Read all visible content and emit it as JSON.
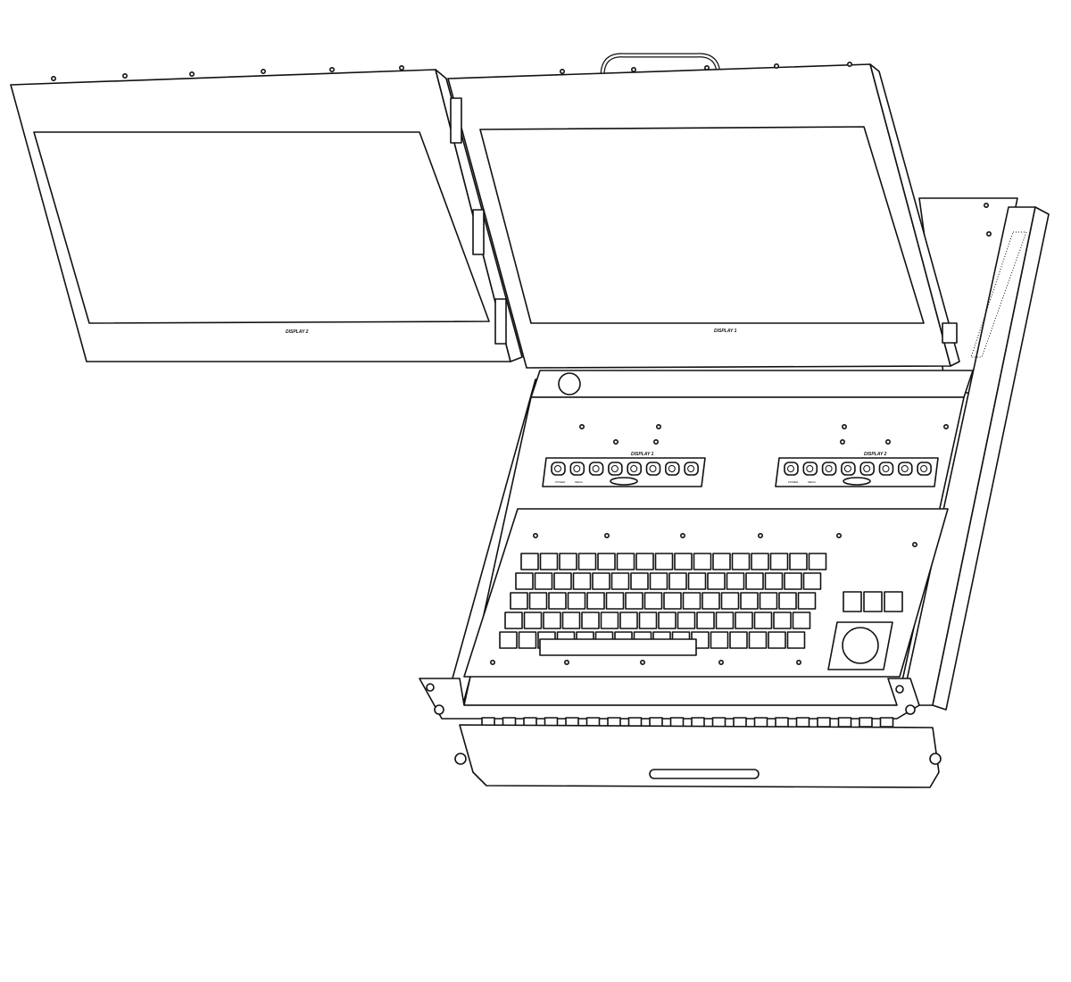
{
  "drawing": {
    "left_monitor": {
      "label": "DISPLAY 2"
    },
    "right_monitor": {
      "label": "DISPLAY 1"
    },
    "control_panels": [
      {
        "label": "DISPLAY 1",
        "sub_labels": [
          "POWER",
          "MENU"
        ],
        "buttons": [
          "power-icon",
          "menu-icon",
          "down-icon",
          "up-icon",
          "minus-icon",
          "plus-icon",
          "brightness-icon",
          "contrast-icon"
        ]
      },
      {
        "label": "DISPLAY 2",
        "sub_labels": [
          "POWER",
          "MENU"
        ],
        "buttons": [
          "power-icon",
          "menu-icon",
          "down-icon",
          "up-icon",
          "minus-icon",
          "plus-icon",
          "brightness-icon",
          "contrast-icon"
        ]
      }
    ],
    "line_color": "#111111"
  }
}
